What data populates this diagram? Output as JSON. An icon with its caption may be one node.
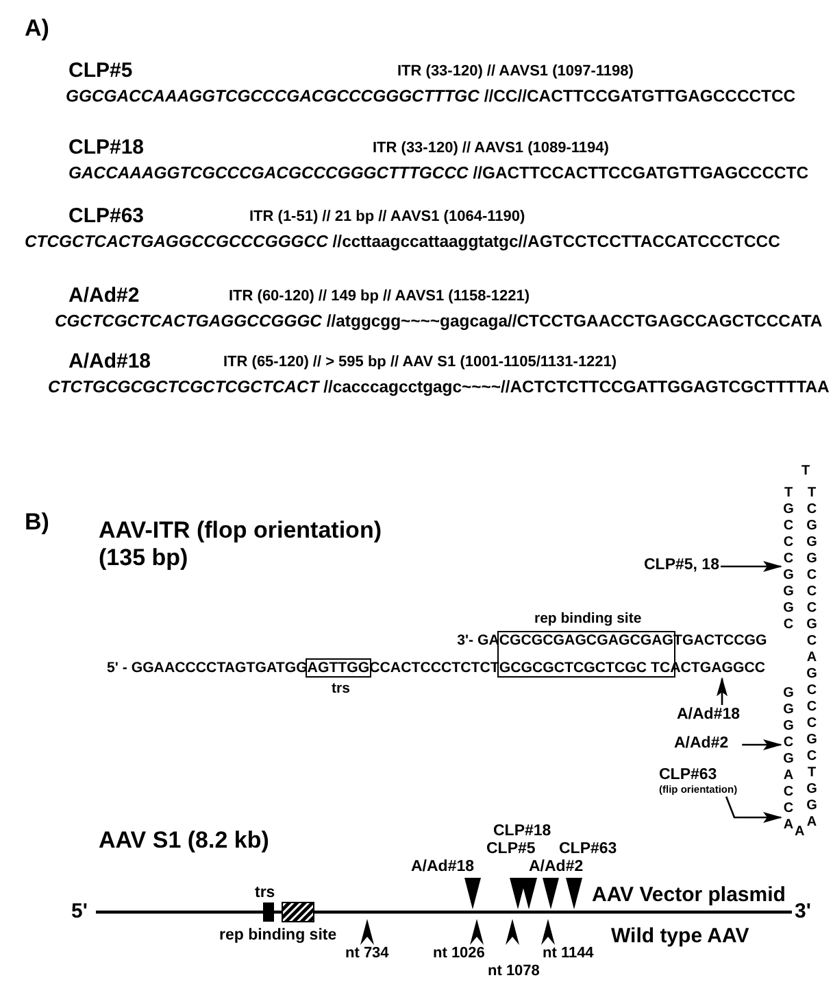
{
  "diagram": {
    "nodes": [
      {
        "text": [
          "CLP#5, 18"
        ]
      },
      {
        "text": [
          "A/Ad#18"
        ]
      },
      {
        "text": [
          "A/Ad#2"
        ]
      },
      {
        "text": [
          "CLP#63",
          "(flip orientation)"
        ]
      },
      {
        "text": [
          "TGCCCGGGC"
        ]
      },
      {
        "text": [
          "5' - GGAACCCCTAGTGATGGAGTTGGCCACTCCCTCTCTGCGCGCTCGCTCGC TCACTGAGGCC"
        ]
      },
      {
        "text": [
          "GGGCGACCA"
        ]
      }
    ],
    "edges": [
      {
        "from": 0,
        "to": 4,
        "arrow": "to"
      },
      {
        "from": 1,
        "to": 5,
        "arrow": "to"
      },
      {
        "from": 2,
        "to": 6,
        "arrow": "to"
      },
      {
        "from": 3,
        "to": 6,
        "arrow": "to"
      }
    ],
    "labels": [
      "A)",
      "CLP#5",
      "ITR (33-120) // AAVS1 (1097-1198)",
      "*GGCGACCAAAGGTCGCCCGACGCCCGGGCTTTGC* //CC//CACTTCCGATGTTGAGCCCCTCC",
      "CLP#18",
      "ITR (33-120) // AAVS1 (1089-1194)",
      "*GACCAAAGGTCGCCCGACGCCCGGGCTTTGCCC* //GACTTCCACTTCCGATGTTGAGCCCCTC",
      "CLP#63",
      "ITR (1-51) // 21 bp // AAVS1 (1064-1190)",
      "*CTCGCTCACTGAGGCCGCCCGGGCC* //ccttaagccattaaggtatgc//AGTCCTCCTTACCATCCCTCCC",
      "A/Ad#2",
      "ITR (60-120) // 149 bp // AAVS1 (1158-1221)",
      "*CGCTCGCTCACTGAGGCCGGGC* //atggcgg~~~~gagcaga//CTCCTGAACCTGAGCCAGCTCCCATA",
      "A/Ad#18",
      "ITR (65-120) // > 595 bp // AAV S1 (1001-1105/1131-1221)",
      "*CTCTGCGCGCTCGCTCGCTCACT* //cacccagcctgagc~~~~//ACTCTCTTCCGATTGGAGTCGCTTTTAA",
      "B)",
      "AAV-ITR (flop orientation) (135 bp)",
      "T",
      "TCGGGCCCGCAGCCCGCTGGA",
      "rep binding site",
      "3'- GACGCGCGAGCGAGCGAGTGACTCCGG",
      "trs",
      "A",
      "AAV S1 (8.2 kb)",
      "CLP#18",
      "CLP#5",
      "CLP#63",
      "A/Ad#18",
      "A/Ad#2",
      "AAV Vector plasmid",
      "5'",
      "trs",
      "3'",
      "rep binding site",
      "Wild type AAV",
      "nt 734",
      "nt 1026",
      "nt 1144",
      "nt 1078"
    ]
  }
}
